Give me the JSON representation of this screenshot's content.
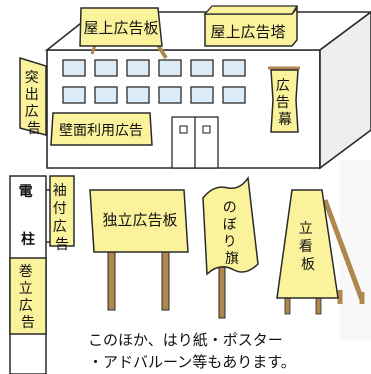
{
  "labels": {
    "rooftop_sign_board": "屋上広告板",
    "rooftop_sign_tower": "屋上広告塔",
    "projecting_sign": "突出広告",
    "advertising_curtain": "広告幕",
    "wall_sign": "壁面利用広告",
    "utility_pole": "電柱",
    "pole_sleeve_sign": "袖付広告",
    "wrapped_pole_sign": "巻立広告",
    "freestanding_sign": "独立広告板",
    "banner_flag": "のぼり旗",
    "standing_signboard": "立看板"
  },
  "note": {
    "line1": "このほか、はり紙・ポスター",
    "line2": "・アドバルーン等もあります。"
  },
  "colors": {
    "sign_yellow": "#fbf39c",
    "outline": "#2a2a2a",
    "building": "#ffffff",
    "building_shade": "#eeeeee",
    "window": "#dcebf8",
    "post": "#b0874c",
    "background_watermark": "#d9d9d9"
  }
}
